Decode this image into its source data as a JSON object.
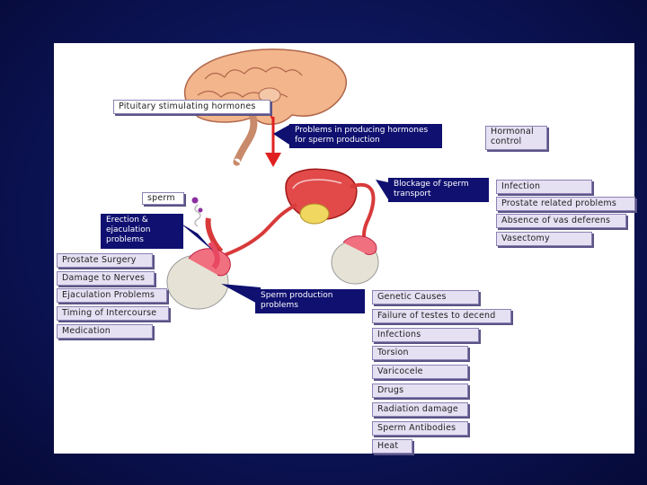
{
  "labels": {
    "pituitary": "Pituitary stimulating hormones",
    "hormonal_control": "Hormonal\ncontrol",
    "sperm": "sperm",
    "prostate_surgery": "Prostate Surgery",
    "damage_nerves": "Damage to Nerves",
    "ejaculation_problems": "Ejaculation Problems",
    "timing_intercourse": "Timing of Intercourse",
    "medication": "Medication",
    "infection": "Infection",
    "prostate_related": "Prostate related problems",
    "absence_vas": "Absence of vas deferens",
    "vasectomy": "Vasectomy",
    "genetic_causes": "Genetic Causes",
    "failure_testes": "Failure of testes to decend",
    "infections": "Infections",
    "torsion": "Torsion",
    "varicocele": "Varicocele",
    "drugs": "Drugs",
    "radiation": "Radiation damage",
    "sperm_antibodies": "Sperm Antibodies",
    "heat": "Heat"
  },
  "callouts": {
    "hormone_problems": "Problems in producing hormones\nfor sperm production",
    "blockage": "Blockage of sperm\ntransport",
    "erection": "Erection &\nejaculation\nproblems",
    "sperm_production": "Sperm production\nproblems"
  },
  "colors": {
    "background": "#0c1456",
    "callout": "#0f1070",
    "label_fill": "#e6e0f3",
    "brain": "#f2b58c",
    "arrow": "#e02020",
    "organ_red": "#d83a3a"
  }
}
